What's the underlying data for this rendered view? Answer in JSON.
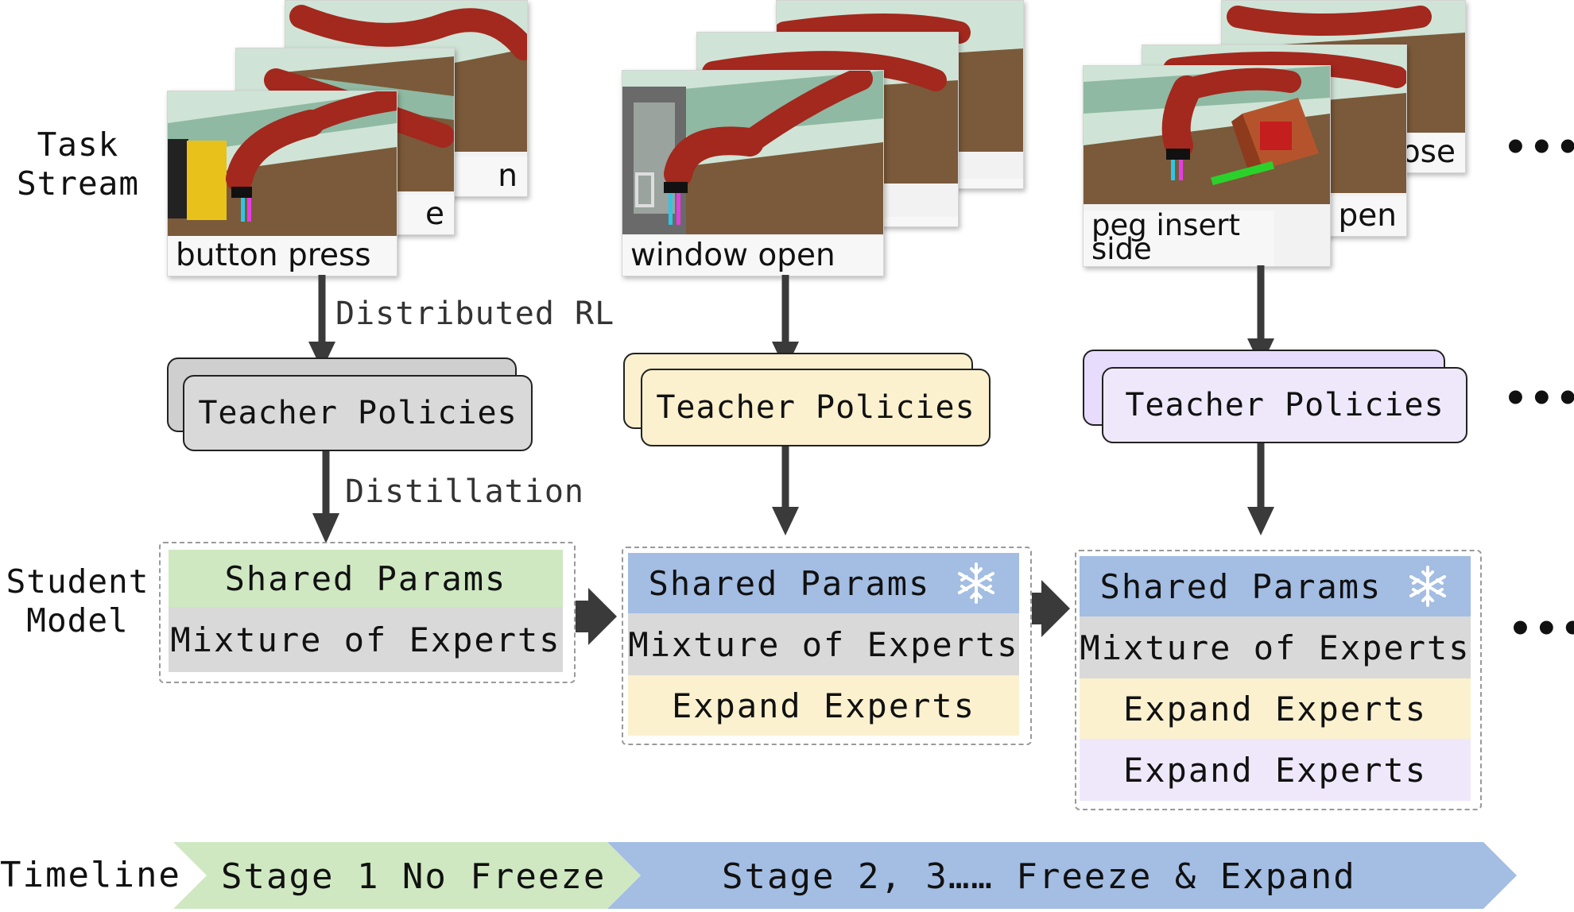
{
  "labels": {
    "task_stream": [
      "Task",
      "Stream"
    ],
    "student_model": [
      "Student",
      "Model"
    ],
    "timeline": "Timeline",
    "distributed_rl": "Distributed RL",
    "distillation": "Distillation",
    "ellipsis": "•••"
  },
  "stages": [
    {
      "task_caption": "button press",
      "peek_captions": [
        "e",
        "n"
      ],
      "teacher_label": "Teacher Policies",
      "teacher_colors": {
        "front": "#d9d9d9",
        "back": "#cfcfcf"
      },
      "student_rows": [
        {
          "label": "Shared Params",
          "color": "#cfe8c2",
          "frozen": false
        },
        {
          "label": "Mixture of Experts",
          "color": "#d9d9d9",
          "frozen": false
        }
      ]
    },
    {
      "task_caption": "window open",
      "peek_captions": [
        "",
        ""
      ],
      "teacher_label": "Teacher Policies",
      "teacher_colors": {
        "front": "#fbf1cf",
        "back": "#fbf1cf"
      },
      "student_rows": [
        {
          "label": "Shared Params",
          "color": "#a3bde3",
          "frozen": true
        },
        {
          "label": "Mixture of Experts",
          "color": "#d9d9d9",
          "frozen": false
        },
        {
          "label": "Expand Experts",
          "color": "#fbf1cf",
          "frozen": false
        }
      ]
    },
    {
      "task_caption": "peg insert side",
      "peek_captions": [
        "pen",
        "ose"
      ],
      "teacher_label": "Teacher Policies",
      "teacher_colors": {
        "front": "#efe8fb",
        "back": "#e7dcfb"
      },
      "student_rows": [
        {
          "label": "Shared Params",
          "color": "#a3bde3",
          "frozen": true
        },
        {
          "label": "Mixture of Experts",
          "color": "#d9d9d9",
          "frozen": false
        },
        {
          "label": "Expand Experts",
          "color": "#fbf1cf",
          "frozen": false
        },
        {
          "label": "Expand Experts",
          "color": "#efe8fb",
          "frozen": false
        }
      ]
    }
  ],
  "timeline_segments": [
    {
      "label": "Stage 1 No Freeze",
      "color": "#cfe8c2"
    },
    {
      "label": "Stage 2, 3…… Freeze & Expand",
      "color": "#a3bde3"
    }
  ],
  "icons": {
    "frozen": "snowflake-icon"
  },
  "colors": {
    "arrow": "#3a3a3a",
    "robot": "#a3281e",
    "table": "#7a5a3a",
    "wall": "#8fb9a2"
  }
}
